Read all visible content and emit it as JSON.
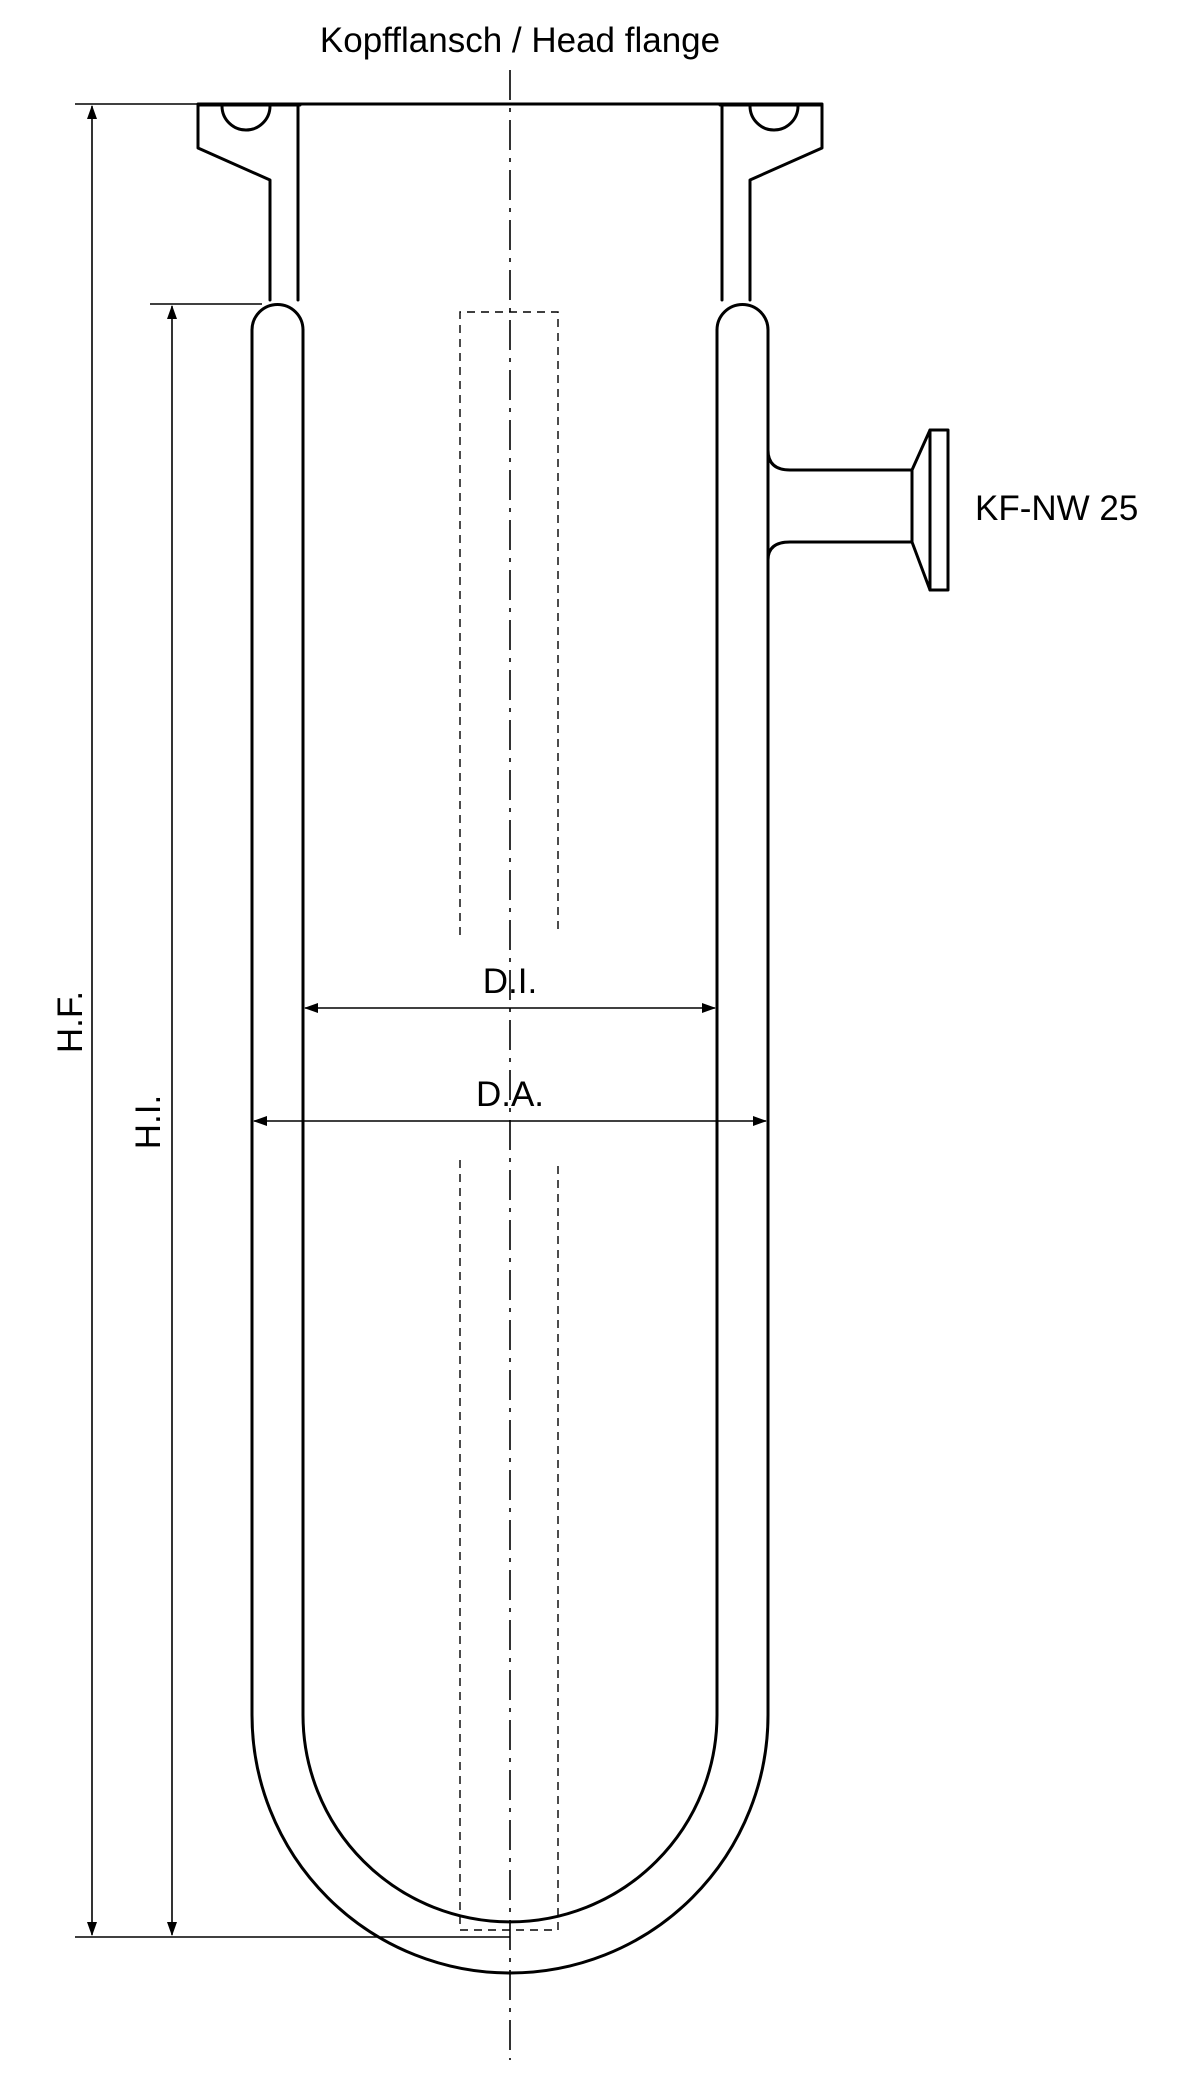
{
  "labels": {
    "head_flange": "Kopfflansch / Head flange",
    "side_port": "KF-NW 25",
    "inner_diameter": "D.I.",
    "outer_diameter": "D.A.",
    "height_flange": "H.F.",
    "height_inner": "H.I."
  },
  "colors": {
    "line": "#000000",
    "background": "#ffffff"
  }
}
